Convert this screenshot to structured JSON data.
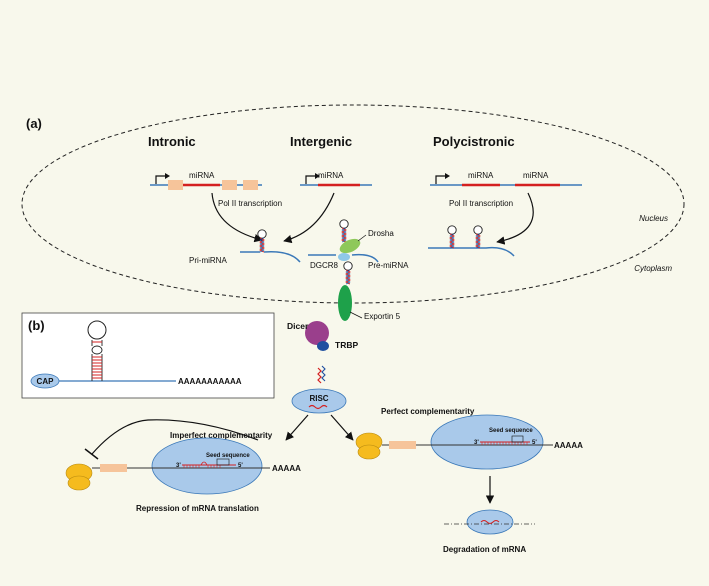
{
  "panel_a": {
    "label": "(a)",
    "nucleus": "Nucleus",
    "cytoplasm": "Cytoplasm",
    "columns": {
      "intronic": {
        "title": "Intronic",
        "gene_label": "miRNA",
        "pol": "Pol II transcription"
      },
      "intergenic": {
        "title": "Intergenic",
        "gene_label": "miRNA"
      },
      "polycistronic": {
        "title": "Polycistronic",
        "gene_label_1": "miRNA",
        "gene_label_2": "miRNA",
        "pol": "Pol II transcription"
      }
    },
    "labels": {
      "pri_mirna": "Pri-miRNA",
      "drosha": "Drosha",
      "dgcr8": "DGCR8",
      "pre_mirna": "Pre-miRNA",
      "exportin": "Exportin 5",
      "dicer": "Dicer",
      "trbp": "TRBP",
      "risc": "RISC"
    },
    "imperfect": {
      "title": "Imperfect complementarity",
      "seed": "Seed sequence",
      "three": "3'",
      "five": "5'",
      "polya": "AAAAA",
      "caption": "Repression of mRNA translation"
    },
    "perfect": {
      "title": "Perfect complementarity",
      "seed": "Seed sequence",
      "three": "3'",
      "five": "5'",
      "polya": "AAAAA",
      "caption": "Degradation of mRNA"
    }
  },
  "panel_b": {
    "label": "(b)",
    "cap": "CAP",
    "polya": "AAAAAAAAAAA"
  },
  "colors": {
    "background": "#f8f8ec",
    "strand_blue": "#3a78b8",
    "mirna_red": "#d42020",
    "exon_peach": "#f6c49a",
    "drosha_green": "#8ec85a",
    "dgcr8_blue": "#8fc8e8",
    "exportin_green": "#1ea14a",
    "dicer_purple": "#9a3f8c",
    "trbp_blue": "#1f4fa0",
    "risc_blue": "#a9c9ea",
    "ribosome_yellow": "#f5bb1e"
  }
}
